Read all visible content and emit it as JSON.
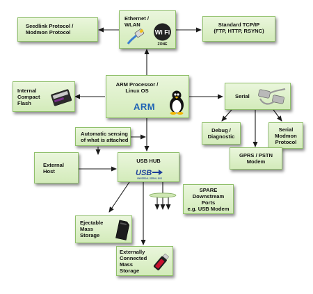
{
  "nodes": {
    "seedlink": "Seedlink Protocol /\nModmon Protocol",
    "ethernet": "Ethernet /\nWLAN",
    "wifi_logo": "Wi Fi",
    "wifi_zone": "ZONE",
    "tcpip": "Standard TCP/IP\n(FTP, HTTP, RSYNC)",
    "compact_flash": "Internal\nCompact\nFlash",
    "arm": "ARM Processor /\nLinux OS",
    "arm_logo": "ARM",
    "serial": "Serial",
    "auto_sense": "Automatic sensing\nof what is attached",
    "debug": "Debug /\nDiagnostic",
    "serial_modmon": "Serial\nModmon\nProtocol",
    "external_host": "External\nHost",
    "usb_hub": "USB HUB",
    "usb_logo": "USB",
    "usb_logo_sub": "UNIVERSAL SERIAL BUS",
    "gprs": "GPRS / PSTN\nModem",
    "spare": "SPARE\nDownstream\nPorts\ne.g. USB Modem",
    "ejectable": "Ejectable\nMass\nStorage",
    "ext_mass": "Externally\nConnected\nMass\nStorage"
  },
  "colors": {
    "box_fill": "#d3ebba",
    "box_border": "#8fbf6a",
    "arrow": "#1a1a1a",
    "arm_logo": "#1e63b5",
    "usb_logo": "#1d3f9a"
  }
}
